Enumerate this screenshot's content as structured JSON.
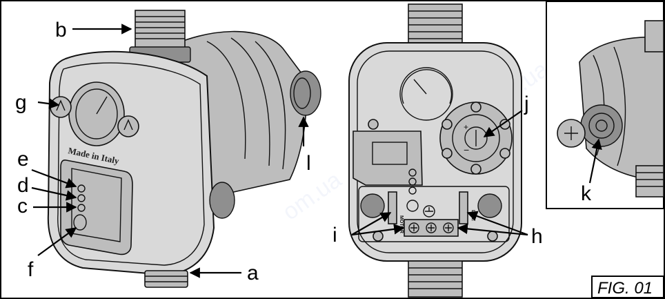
{
  "caption": "FIG. 01",
  "labels": {
    "a": "a",
    "b": "b",
    "c": "c",
    "d": "d",
    "e": "e",
    "f": "f",
    "g": "g",
    "h": "h",
    "i": "i",
    "j": "j",
    "k": "k",
    "l": "l"
  },
  "device_markings": {
    "made_in": "Made in Italy",
    "terminal_left": "MOTOR",
    "terminal_right": "LINE"
  }
}
